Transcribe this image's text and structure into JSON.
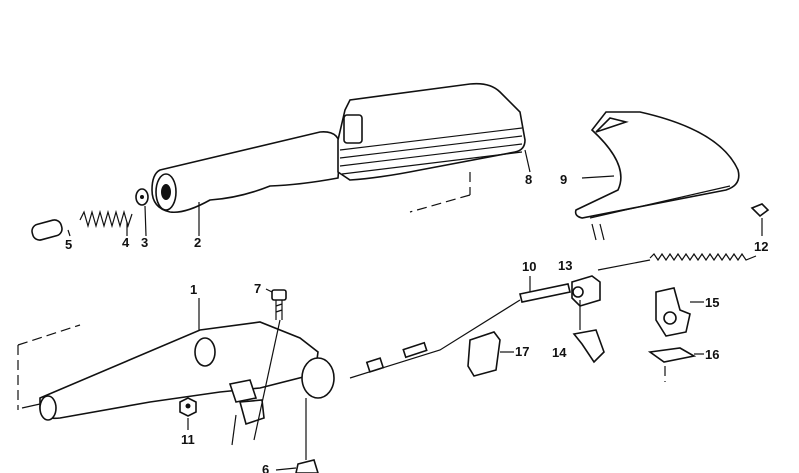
{
  "diagram": {
    "labels": {
      "p1": "1",
      "p2": "2",
      "p3": "3",
      "p4": "4",
      "p5": "5",
      "p6": "6",
      "p7": "7",
      "p8": "8",
      "p9": "9",
      "p10": "10",
      "p11": "11",
      "p12": "12",
      "p13": "13",
      "p14": "14",
      "p15": "15",
      "p16": "16",
      "p17": "17"
    }
  }
}
